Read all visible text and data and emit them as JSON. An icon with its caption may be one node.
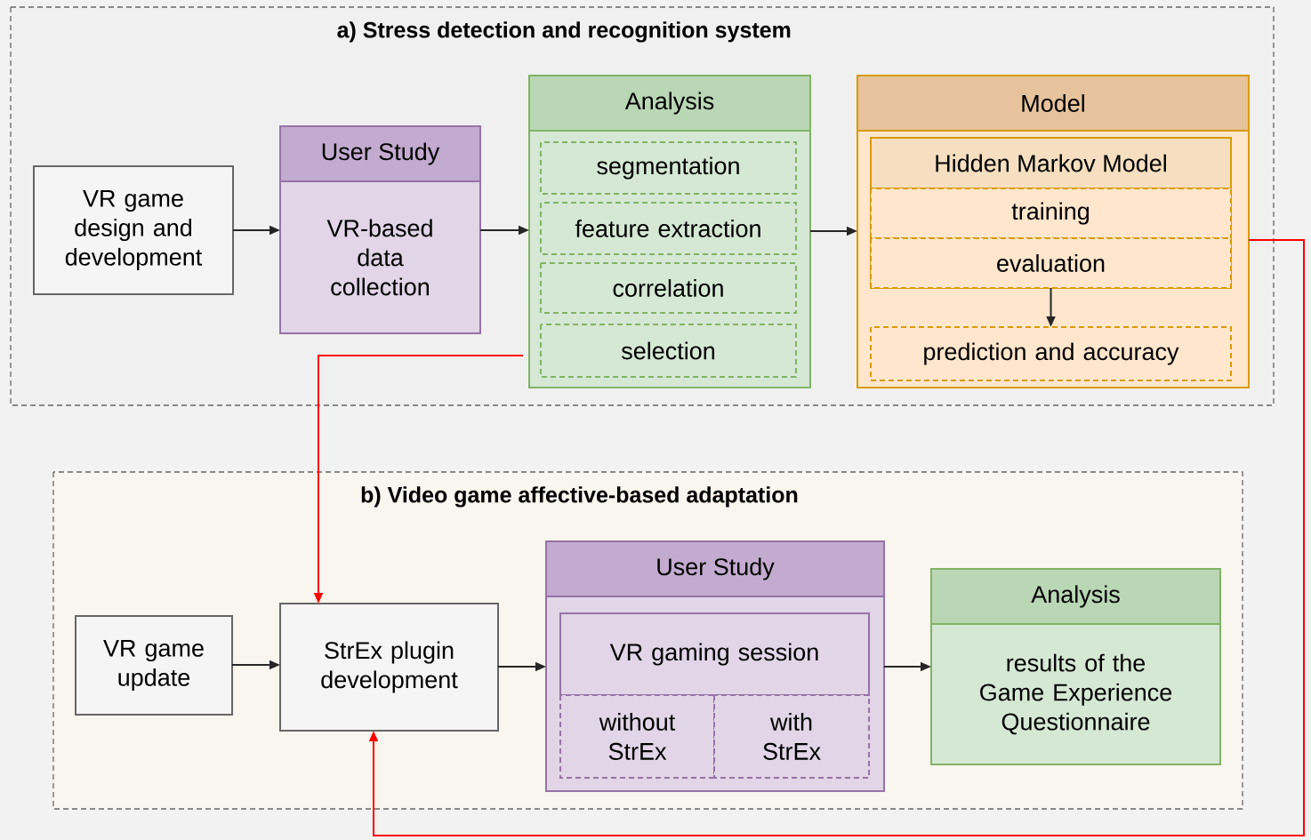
{
  "diagram": {
    "nodes": [
      {
        "text": [
          "a) Stress detection and recognition system"
        ]
      },
      {
        "text": [
          "VR game design and development"
        ],
        "in": 0
      },
      {
        "text": [
          "User Study",
          "VR-based data collection"
        ],
        "in": 0
      },
      {
        "text": [
          "Analysis"
        ],
        "in": 0
      },
      {
        "text": [
          "segmentation"
        ],
        "in": 3
      },
      {
        "text": [
          "feature extraction"
        ],
        "in": 3
      },
      {
        "text": [
          "correlation"
        ],
        "in": 3
      },
      {
        "text": [
          "selection"
        ],
        "in": 3
      },
      {
        "text": [
          "Model"
        ],
        "in": 0
      },
      {
        "text": [
          "Hidden Markov Model"
        ],
        "in": 8
      },
      {
        "text": [
          "training"
        ],
        "in": 9
      },
      {
        "text": [
          "evaluation"
        ],
        "in": 9
      },
      {
        "text": [
          "prediction and accuracy"
        ],
        "in": 8
      },
      {
        "text": [
          "b) Video game affective-based adaptation"
        ]
      },
      {
        "text": [
          "VR game update"
        ],
        "in": 13
      },
      {
        "text": [
          "StrEx plugin development"
        ],
        "in": 13
      },
      {
        "text": [
          "User Study"
        ],
        "in": 13
      },
      {
        "text": [
          "VR gaming session"
        ],
        "in": 16
      },
      {
        "text": [
          "without StrEx"
        ],
        "in": 16
      },
      {
        "text": [
          "with StrEx"
        ],
        "in": 16
      },
      {
        "text": [
          "Analysis",
          "results of the Game Experience Questionnaire"
        ],
        "in": 13
      }
    ],
    "edges": [
      {
        "from": 1,
        "to": 2,
        "arrow": "to"
      },
      {
        "from": 2,
        "to": 3,
        "arrow": "to"
      },
      {
        "from": 3,
        "to": 8,
        "arrow": "to"
      },
      {
        "from": 11,
        "to": 12,
        "arrow": "to"
      },
      {
        "from": 3,
        "to": 15,
        "arrow": "to",
        "color": "#ff0000"
      },
      {
        "from": 8,
        "to": 15,
        "arrow": "to",
        "color": "#ff0000"
      },
      {
        "from": 14,
        "to": 15,
        "arrow": "to"
      },
      {
        "from": 15,
        "to": 16,
        "arrow": "to"
      },
      {
        "from": 16,
        "to": 20,
        "arrow": "to"
      }
    ]
  }
}
